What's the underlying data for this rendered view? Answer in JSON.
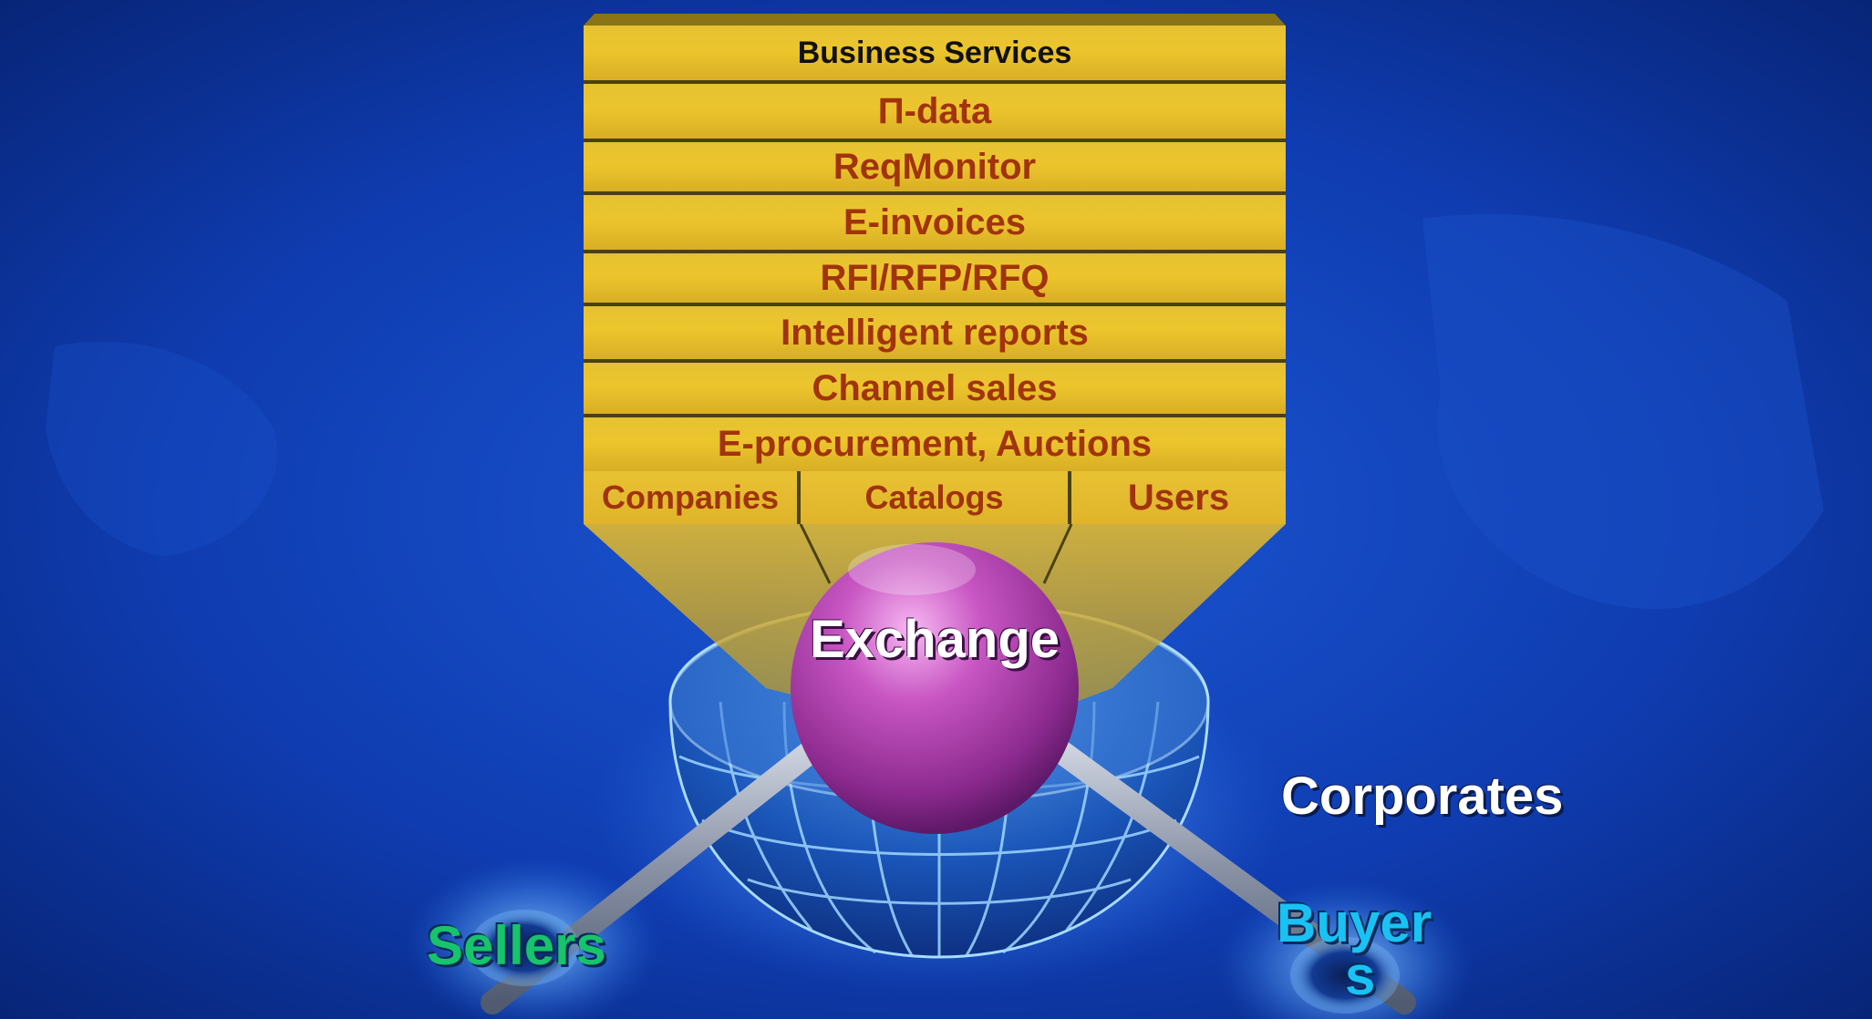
{
  "title": "Business Services",
  "layers": [
    "Π-data",
    "ReqMonitor",
    "E-invoices",
    "RFI/RFP/RFQ",
    "Intelligent reports",
    "Channel sales",
    "E-procurement, Auctions"
  ],
  "base_cells": [
    "Companies",
    "Catalogs",
    "Users"
  ],
  "hub": "Exchange",
  "corporates": "Corporates",
  "sellers": "Sellers",
  "buyers_line1": "Buyer",
  "buyers_line2": "s",
  "colors": {
    "background": "#0b2f9a",
    "panel_gold": "#e8bf2e",
    "layer_text": "#a1330d",
    "hub_purple": "#b93fb6",
    "sellers_green": "#17c36b",
    "buyers_cyan": "#19c2f2"
  }
}
